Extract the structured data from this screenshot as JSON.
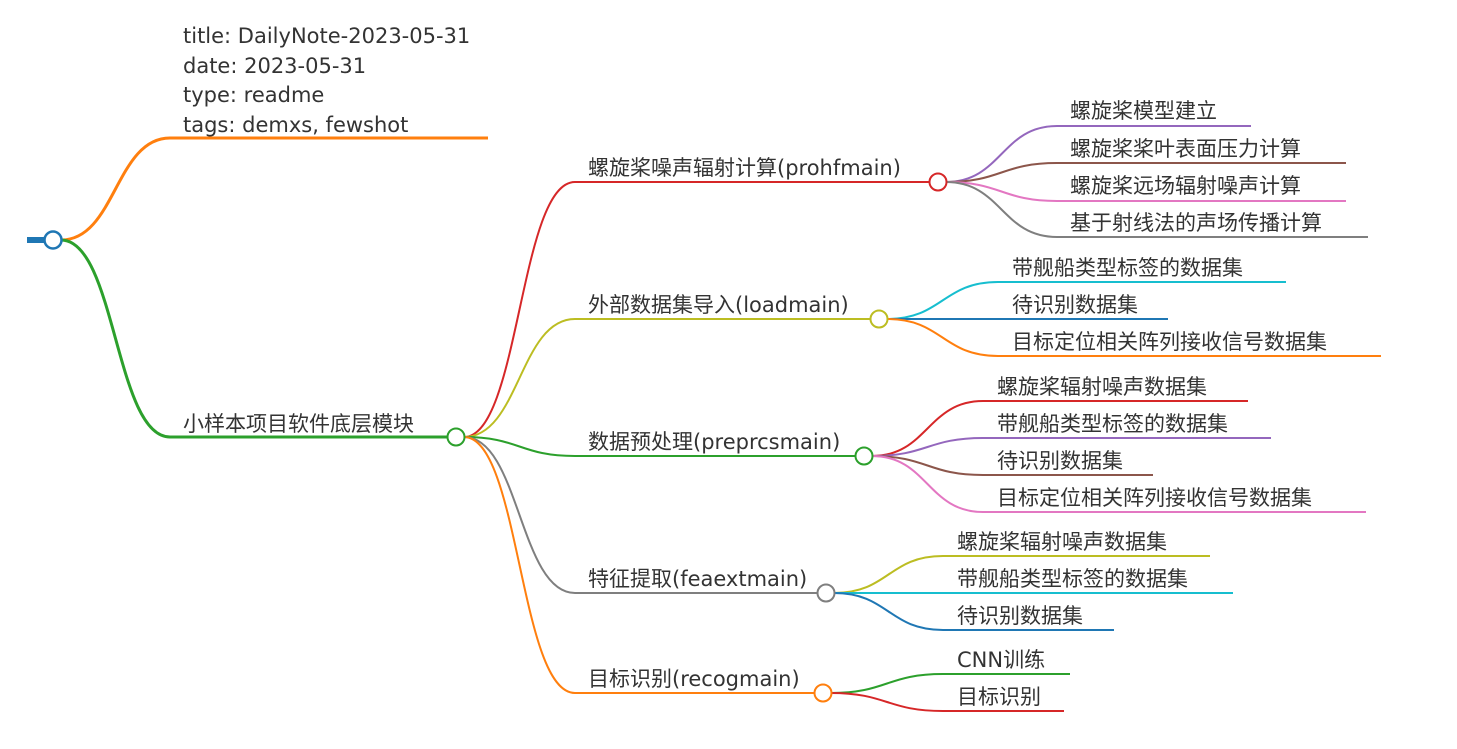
{
  "root": {
    "color": "#1f77b4",
    "meta": {
      "color": "#ff7f0e",
      "lines": [
        "title: DailyNote-2023-05-31",
        "date: 2023-05-31",
        "type: readme",
        "tags: demxs, fewshot"
      ]
    },
    "main": {
      "label": "小样本项目软件底层模块",
      "color": "#2ca02c",
      "children": [
        {
          "label": "螺旋桨噪声辐射计算(prohfmain)",
          "color": "#d62728",
          "children": [
            {
              "label": "螺旋桨模型建立",
              "color": "#9467bd"
            },
            {
              "label": "螺旋桨桨叶表面压力计算",
              "color": "#8c564b"
            },
            {
              "label": "螺旋桨远场辐射噪声计算",
              "color": "#e377c2"
            },
            {
              "label": "基于射线法的声场传播计算",
              "color": "#7f7f7f"
            }
          ]
        },
        {
          "label": "外部数据集导入(loadmain)",
          "color": "#bcbd22",
          "children": [
            {
              "label": "带舰船类型标签的数据集",
              "color": "#17becf"
            },
            {
              "label": "待识别数据集",
              "color": "#1f77b4"
            },
            {
              "label": "目标定位相关阵列接收信号数据集",
              "color": "#ff7f0e"
            }
          ]
        },
        {
          "label": "数据预处理(preprcsmain)",
          "color": "#2ca02c",
          "children": [
            {
              "label": "螺旋桨辐射噪声数据集",
              "color": "#d62728"
            },
            {
              "label": "带舰船类型标签的数据集",
              "color": "#9467bd"
            },
            {
              "label": "待识别数据集",
              "color": "#8c564b"
            },
            {
              "label": "目标定位相关阵列接收信号数据集",
              "color": "#e377c2"
            }
          ]
        },
        {
          "label": "特征提取(feaextmain)",
          "color": "#7f7f7f",
          "children": [
            {
              "label": "螺旋桨辐射噪声数据集",
              "color": "#bcbd22"
            },
            {
              "label": "带舰船类型标签的数据集",
              "color": "#17becf"
            },
            {
              "label": "待识别数据集",
              "color": "#1f77b4"
            }
          ]
        },
        {
          "label": "目标识别(recogmain)",
          "color": "#ff7f0e",
          "children": [
            {
              "label": "CNN训练",
              "color": "#2ca02c"
            },
            {
              "label": "目标识别",
              "color": "#d62728"
            }
          ]
        }
      ]
    }
  }
}
